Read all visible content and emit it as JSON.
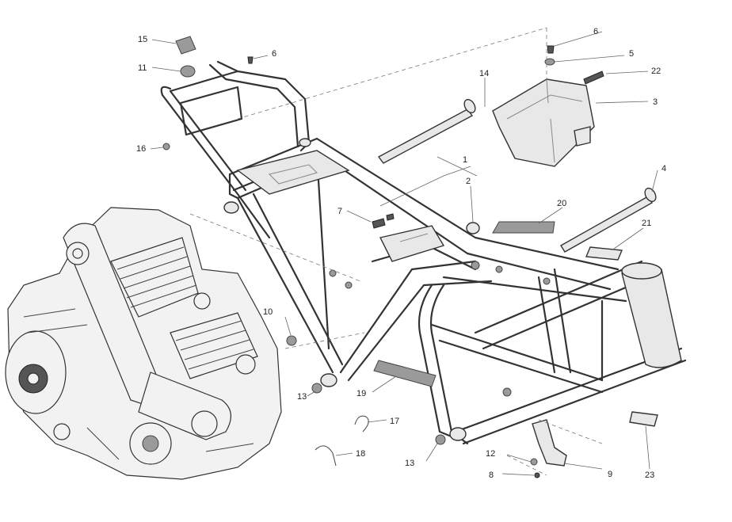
{
  "diagram": {
    "callouts": [
      {
        "id": "c1",
        "label": "1"
      },
      {
        "id": "c2",
        "label": "2"
      },
      {
        "id": "c3",
        "label": "3"
      },
      {
        "id": "c4",
        "label": "4"
      },
      {
        "id": "c5",
        "label": "5"
      },
      {
        "id": "c6a",
        "label": "6"
      },
      {
        "id": "c6b",
        "label": "6"
      },
      {
        "id": "c7",
        "label": "7"
      },
      {
        "id": "c8",
        "label": "8"
      },
      {
        "id": "c9",
        "label": "9"
      },
      {
        "id": "c10",
        "label": "10"
      },
      {
        "id": "c11",
        "label": "11"
      },
      {
        "id": "c12",
        "label": "12"
      },
      {
        "id": "c13a",
        "label": "13"
      },
      {
        "id": "c13b",
        "label": "13"
      },
      {
        "id": "c14",
        "label": "14"
      },
      {
        "id": "c15",
        "label": "15"
      },
      {
        "id": "c16",
        "label": "16"
      },
      {
        "id": "c17",
        "label": "17"
      },
      {
        "id": "c18",
        "label": "18"
      },
      {
        "id": "c19",
        "label": "19"
      },
      {
        "id": "c20",
        "label": "20"
      },
      {
        "id": "c21",
        "label": "21"
      },
      {
        "id": "c22",
        "label": "22"
      },
      {
        "id": "c23",
        "label": "23"
      }
    ]
  }
}
